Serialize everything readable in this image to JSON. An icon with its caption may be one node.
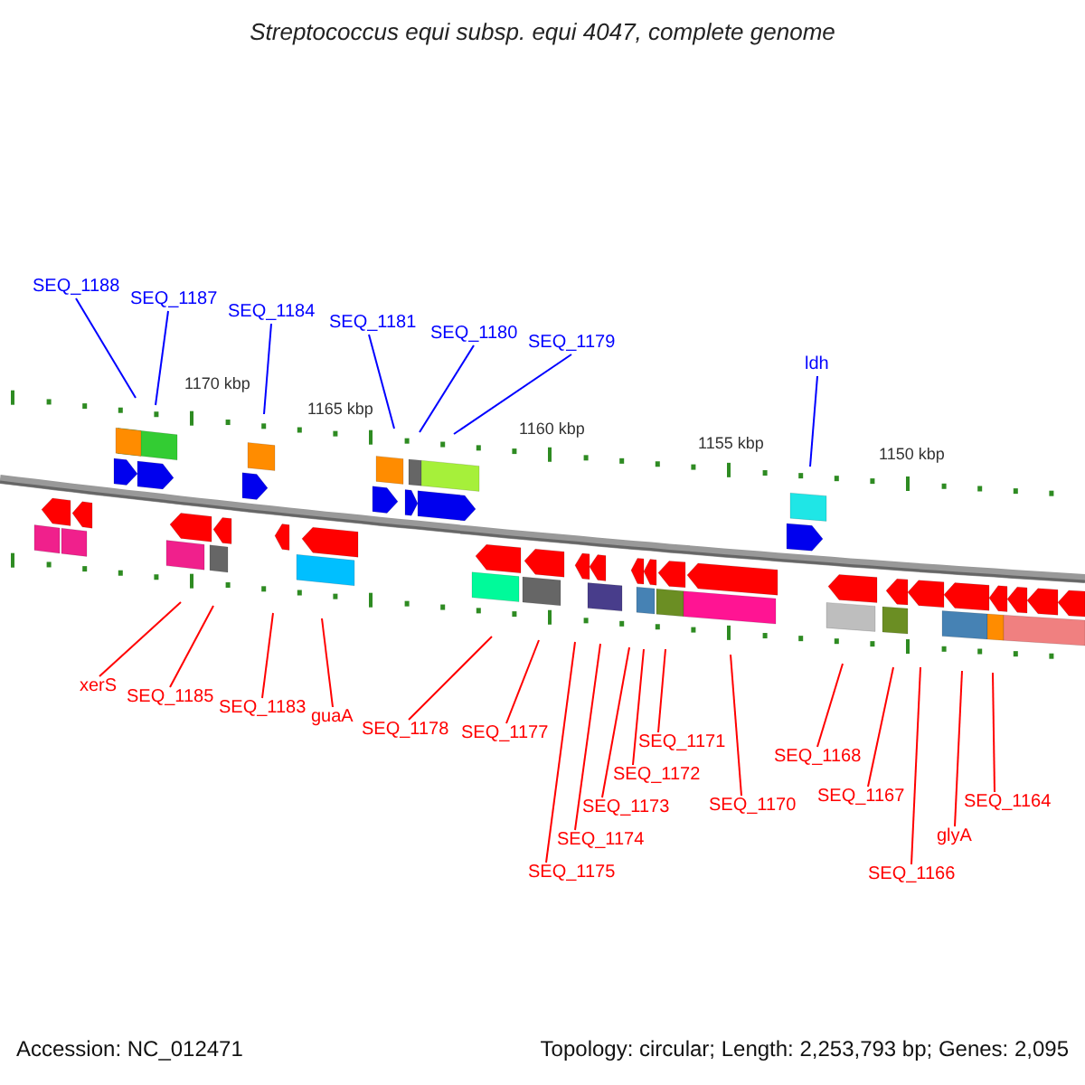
{
  "diagram": {
    "title": "Streptococcus equi subsp. equi 4047, complete genome",
    "nodes": [
      {
        "text": [
          "SEQ_1188"
        ]
      },
      {
        "text": [
          "SEQ_1187"
        ]
      },
      {
        "text": [
          "SEQ_1184"
        ]
      },
      {
        "text": [
          "SEQ_1181"
        ]
      },
      {
        "text": [
          "SEQ_1180"
        ]
      },
      {
        "text": [
          "SEQ_1179"
        ]
      },
      {
        "text": [
          "ldh"
        ]
      },
      {
        "text": [
          "xerS"
        ]
      },
      {
        "text": [
          "SEQ_1185"
        ]
      },
      {
        "text": [
          "SEQ_1183"
        ]
      },
      {
        "text": [
          "guaA"
        ]
      },
      {
        "text": [
          "SEQ_1178"
        ]
      },
      {
        "text": [
          "SEQ_1177"
        ]
      },
      {
        "text": [
          "SEQ_1174"
        ]
      },
      {
        "text": [
          "SEQ_1175"
        ]
      },
      {
        "text": [
          "SEQ_1171"
        ]
      },
      {
        "text": [
          "SEQ_1172"
        ]
      },
      {
        "text": [
          "SEQ_1173"
        ]
      },
      {
        "text": [
          "SEQ_1170"
        ]
      },
      {
        "text": [
          "SEQ_1168"
        ]
      },
      {
        "text": [
          "SEQ_1167"
        ]
      },
      {
        "text": [
          "SEQ_1164"
        ]
      },
      {
        "text": [
          "glyA"
        ]
      },
      {
        "text": [
          "SEQ_1166"
        ]
      }
    ],
    "edges": [
      {
        "from": 0,
        "to": null,
        "arrow": "none",
        "color": "#0000ff"
      },
      {
        "from": 1,
        "to": null,
        "arrow": "none",
        "color": "#0000ff"
      },
      {
        "from": 2,
        "to": null,
        "arrow": "none",
        "color": "#0000ff"
      },
      {
        "from": 3,
        "to": null,
        "arrow": "none",
        "color": "#0000ff"
      },
      {
        "from": 4,
        "to": null,
        "arrow": "none",
        "color": "#0000ff"
      },
      {
        "from": 5,
        "to": null,
        "arrow": "none",
        "color": "#0000ff"
      },
      {
        "from": 6,
        "to": null,
        "arrow": "none",
        "color": "#0000ff"
      },
      {
        "from": 7,
        "to": null,
        "arrow": "none"
      },
      {
        "from": 8,
        "to": null,
        "arrow": "none"
      },
      {
        "from": 9,
        "to": null,
        "arrow": "none"
      },
      {
        "from": 10,
        "to": null,
        "arrow": "none"
      },
      {
        "from": 11,
        "to": null,
        "arrow": "none"
      },
      {
        "from": 12,
        "to": null,
        "arrow": "none"
      },
      {
        "from": 13,
        "to": null,
        "arrow": "none"
      },
      {
        "from": 14,
        "to": null,
        "arrow": "none"
      },
      {
        "from": 15,
        "to": null,
        "arrow": "none"
      },
      {
        "from": 16,
        "to": null,
        "arrow": "none"
      },
      {
        "from": 17,
        "to": null,
        "arrow": "none"
      },
      {
        "from": 18,
        "to": null,
        "arrow": "none"
      },
      {
        "from": 19,
        "to": null,
        "arrow": "none"
      },
      {
        "from": 20,
        "to": null,
        "arrow": "none"
      },
      {
        "from": 21,
        "to": null,
        "arrow": "none"
      },
      {
        "from": 22,
        "to": null,
        "arrow": "none"
      },
      {
        "from": 23,
        "to": null,
        "arrow": "none"
      }
    ],
    "labels": [
      "1170 kbp",
      "1165 kbp",
      "1160 kbp",
      "1155 kbp",
      "1150 kbp",
      "Accession: NC_012471",
      "Topology: circular; Length: 2,253,793 bp; Genes: 2,095"
    ]
  }
}
